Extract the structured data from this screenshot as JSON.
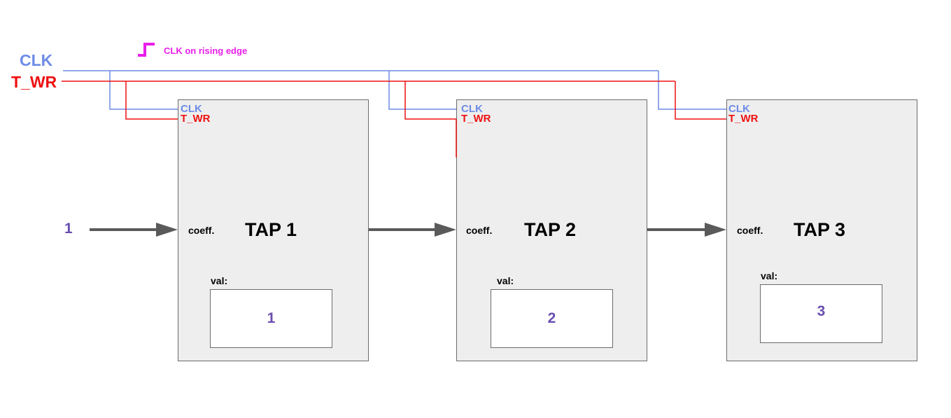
{
  "signals": {
    "clk": {
      "label": "CLK",
      "color": "#6d8ce6"
    },
    "t_wr": {
      "label": "T_WR",
      "color": "#ee1111"
    }
  },
  "legend": {
    "icon": "rising-edge-icon",
    "text": "CLK on rising edge",
    "color": "#e91ee9"
  },
  "input": {
    "value": "1"
  },
  "taps": [
    {
      "title": "TAP 1",
      "coeff_label": "coeff.",
      "val_label": "val:",
      "value": "1",
      "clk_port": "CLK",
      "twr_port": "T_WR"
    },
    {
      "title": "TAP 2",
      "coeff_label": "coeff.",
      "val_label": "val:",
      "value": "2",
      "clk_port": "CLK",
      "twr_port": "T_WR"
    },
    {
      "title": "TAP 3",
      "coeff_label": "coeff.",
      "val_label": "val:",
      "value": "3",
      "clk_port": "CLK",
      "twr_port": "T_WR"
    }
  ],
  "colors": {
    "box_fill": "#eeeeee",
    "box_border": "#6b6b6b",
    "arrow": "#5a5a5a",
    "value_text": "#6a4eb0"
  }
}
